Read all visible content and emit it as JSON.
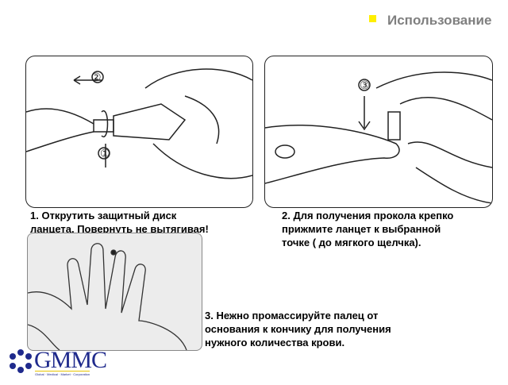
{
  "header": {
    "title": "Использование",
    "bullet_color": "#ffef00"
  },
  "steps": [
    {
      "text": "1. Открутить защитный диск\nланцета. Повернуть не вытягивая!",
      "markers": [
        "②",
        "①"
      ]
    },
    {
      "text": "2. Для получения прокола крепко\nприжмите ланцет к выбранной\nточке ( до мягкого щелчка).",
      "markers": [
        "③"
      ]
    },
    {
      "text": "3. Нежно промассируйте палец от\nоснования к кончику для  получения\nнужного количества крови."
    }
  ],
  "logo": {
    "name": "GMMC",
    "subtitle": "Global · Medical · Market · Corporation",
    "color": "#1f2a8c"
  }
}
